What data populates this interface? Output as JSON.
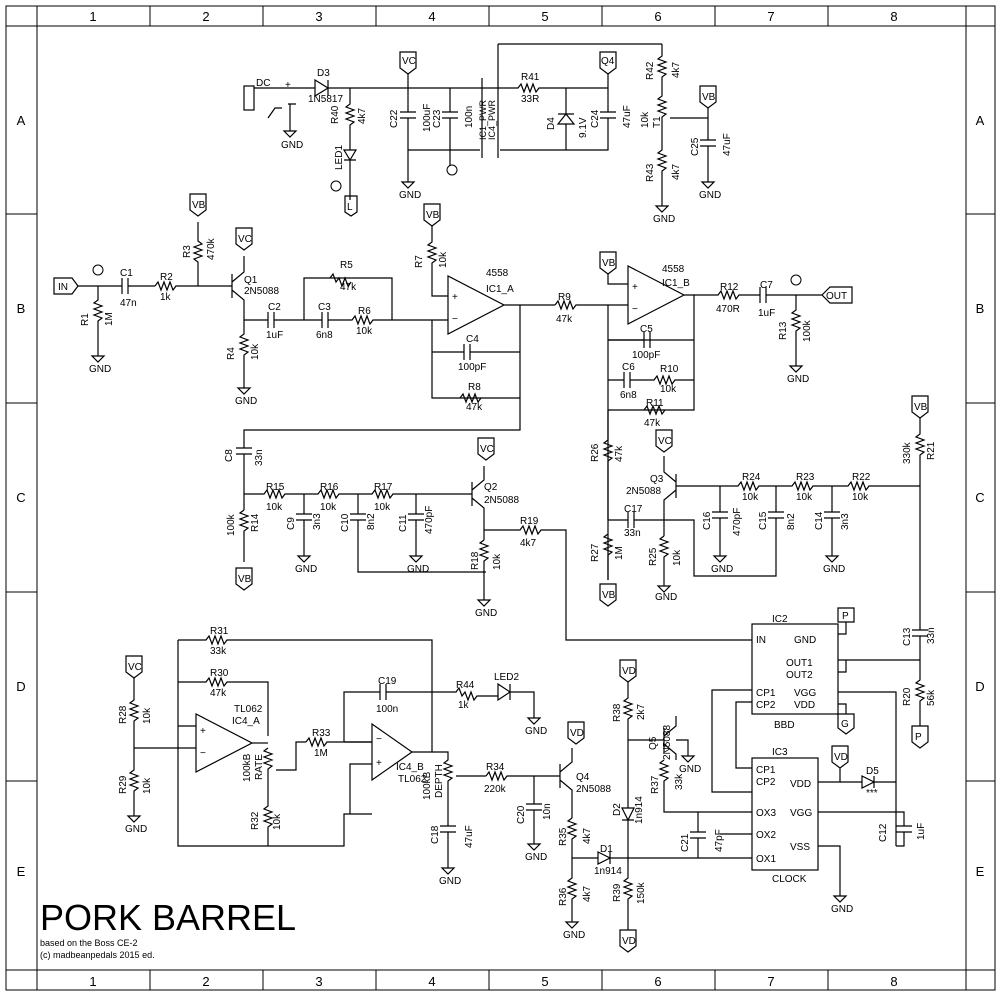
{
  "title": "PORK BARREL",
  "subtitle": "based on the Boss CE-2",
  "copyright": "(c) madbeanpedals  2015 ed.",
  "frame": {
    "cols": [
      "1",
      "2",
      "3",
      "4",
      "5",
      "6",
      "7",
      "8"
    ],
    "rows": [
      "A",
      "B",
      "C",
      "D",
      "E"
    ]
  },
  "ports": {
    "in": "IN",
    "out": "OUT",
    "dc": "DC",
    "dc_plus": "+",
    "vc": "VC",
    "vb": "VB",
    "gnd": "GND",
    "p": "P",
    "g": "G",
    "l": "L"
  },
  "resistors": [
    {
      "ref": "R1",
      "value": "1M"
    },
    {
      "ref": "R2",
      "value": "1k"
    },
    {
      "ref": "R3",
      "value": "470k"
    },
    {
      "ref": "R4",
      "value": "10k"
    },
    {
      "ref": "R5",
      "value": "47k"
    },
    {
      "ref": "R6",
      "value": "10k"
    },
    {
      "ref": "R7",
      "value": "10k"
    },
    {
      "ref": "R8",
      "value": "47k"
    },
    {
      "ref": "R9",
      "value": "47k"
    },
    {
      "ref": "R10",
      "value": "10k"
    },
    {
      "ref": "R11",
      "value": "47k"
    },
    {
      "ref": "R12",
      "value": "470R"
    },
    {
      "ref": "R13",
      "value": "100k"
    },
    {
      "ref": "R14",
      "value": "100k"
    },
    {
      "ref": "R15",
      "value": "10k"
    },
    {
      "ref": "R16",
      "value": "10k"
    },
    {
      "ref": "R17",
      "value": "10k"
    },
    {
      "ref": "R18",
      "value": "10k"
    },
    {
      "ref": "R19",
      "value": "4k7"
    },
    {
      "ref": "R20",
      "value": "56k"
    },
    {
      "ref": "R21",
      "value": "330k"
    },
    {
      "ref": "R22",
      "value": "10k"
    },
    {
      "ref": "R23",
      "value": "10k"
    },
    {
      "ref": "R24",
      "value": "10k"
    },
    {
      "ref": "R25",
      "value": "10k"
    },
    {
      "ref": "R26",
      "value": "47k"
    },
    {
      "ref": "R27",
      "value": "1M"
    },
    {
      "ref": "R28",
      "value": "10k"
    },
    {
      "ref": "R29",
      "value": "10k"
    },
    {
      "ref": "R30",
      "value": "47k"
    },
    {
      "ref": "R31",
      "value": "33k"
    },
    {
      "ref": "R32",
      "value": "10k"
    },
    {
      "ref": "R33",
      "value": "1M"
    },
    {
      "ref": "R34",
      "value": "220k"
    },
    {
      "ref": "R35",
      "value": "4k7"
    },
    {
      "ref": "R36",
      "value": "4k7"
    },
    {
      "ref": "R37",
      "value": "33k"
    },
    {
      "ref": "R38",
      "value": "2k7"
    },
    {
      "ref": "R39",
      "value": "150k"
    },
    {
      "ref": "R40",
      "value": "4k7"
    },
    {
      "ref": "R41",
      "value": "33R"
    },
    {
      "ref": "R42",
      "value": "4k7"
    },
    {
      "ref": "R43",
      "value": "4k7"
    },
    {
      "ref": "R44",
      "value": "1k"
    }
  ],
  "capacitors": [
    {
      "ref": "C1",
      "value": "47n"
    },
    {
      "ref": "C2",
      "value": "1uF"
    },
    {
      "ref": "C3",
      "value": "6n8"
    },
    {
      "ref": "C4",
      "value": "100pF"
    },
    {
      "ref": "C5",
      "value": "100pF"
    },
    {
      "ref": "C6",
      "value": "6n8"
    },
    {
      "ref": "C7",
      "value": "1uF"
    },
    {
      "ref": "C8",
      "value": "33n"
    },
    {
      "ref": "C9",
      "value": "3n3"
    },
    {
      "ref": "C10",
      "value": "8n2"
    },
    {
      "ref": "C11",
      "value": "470pF"
    },
    {
      "ref": "C12",
      "value": "1uF"
    },
    {
      "ref": "C13",
      "value": "33n"
    },
    {
      "ref": "C14",
      "value": "3n3"
    },
    {
      "ref": "C15",
      "value": "8n2"
    },
    {
      "ref": "C16",
      "value": "470pF"
    },
    {
      "ref": "C17",
      "value": "33n"
    },
    {
      "ref": "C18",
      "value": "47uF"
    },
    {
      "ref": "C19",
      "value": "100n"
    },
    {
      "ref": "C20",
      "value": "10n"
    },
    {
      "ref": "C21",
      "value": "47pF"
    },
    {
      "ref": "C22",
      "value": "100uF"
    },
    {
      "ref": "C23",
      "value": "100n"
    },
    {
      "ref": "C24",
      "value": "47uF"
    },
    {
      "ref": "C25",
      "value": "47uF"
    }
  ],
  "semis": [
    {
      "ref": "Q1",
      "value": "2N5088"
    },
    {
      "ref": "Q2",
      "value": "2N5088"
    },
    {
      "ref": "Q3",
      "value": "2N5088"
    },
    {
      "ref": "Q4",
      "value": "2N5088"
    },
    {
      "ref": "Q5",
      "value": "2N5088"
    },
    {
      "ref": "D1",
      "value": "1n914"
    },
    {
      "ref": "D2",
      "value": "1n914"
    },
    {
      "ref": "D3",
      "value": "1N5817"
    },
    {
      "ref": "D4",
      "value": "9.1V"
    },
    {
      "ref": "D5",
      "value": "***"
    },
    {
      "ref": "LED1",
      "value": ""
    },
    {
      "ref": "LED2",
      "value": ""
    }
  ],
  "ics": {
    "ic1a": {
      "ref": "IC1_A",
      "part": "4558"
    },
    "ic1b": {
      "ref": "IC1_B",
      "part": "4558"
    },
    "ic4a": {
      "ref": "IC4_A",
      "part": "TL062"
    },
    "ic4b": {
      "ref": "IC4_B",
      "part": "TL062"
    },
    "ic1pwr": [
      "IC1_PWR",
      "IC4_PWR"
    ],
    "ic2": {
      "ref": "IC2",
      "name": "BBD",
      "pins": [
        "IN",
        "GND",
        "OUT1",
        "OUT2",
        "CP1",
        "CP2",
        "VGG",
        "VDD"
      ]
    },
    "ic3": {
      "ref": "IC3",
      "name": "CLOCK",
      "pins": [
        "CP1",
        "CP2",
        "OX3",
        "OX2",
        "OX1",
        "VDD",
        "VGG",
        "VSS"
      ]
    }
  },
  "pots": {
    "t1": {
      "ref": "T1",
      "value": "10k"
    },
    "rate": {
      "ref": "RATE",
      "value": "100kB"
    },
    "depth": {
      "ref": "DEPTH",
      "value": "100kB"
    }
  }
}
